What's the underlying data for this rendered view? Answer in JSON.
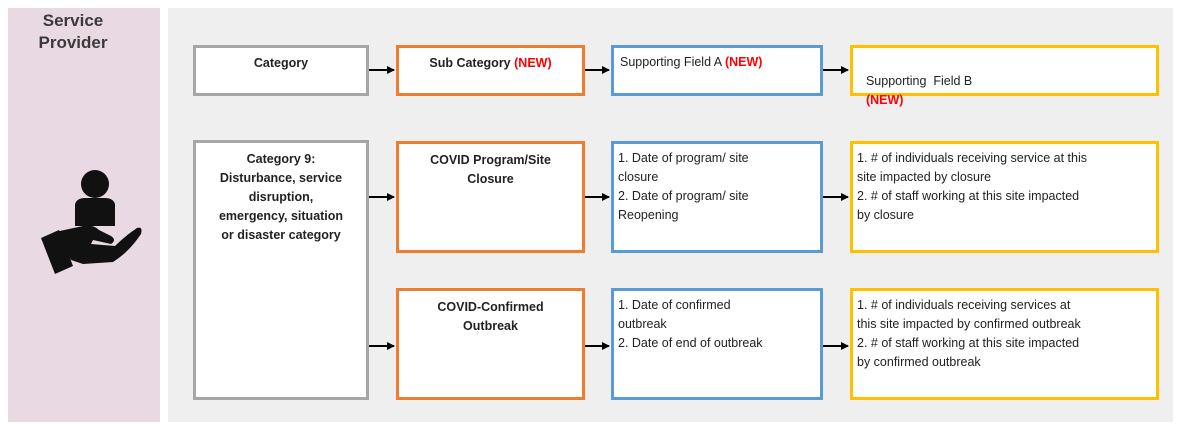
{
  "sidebar": {
    "title_line1": "Service",
    "title_line2": "Provider",
    "icon": "person-in-hand-icon"
  },
  "header_row": {
    "category": "Category",
    "sub_category": "Sub Category",
    "sub_category_tag": "(NEW)",
    "field_a": "Supporting Field A",
    "field_a_tag": "(NEW)",
    "field_b": "Supporting  Field B",
    "field_b_tag": "(NEW)"
  },
  "category9": {
    "line1": "Category 9:",
    "line2": "Disturbance, service",
    "line3": "disruption,",
    "line4": "emergency, situation",
    "line5": "or disaster category"
  },
  "rows": [
    {
      "sub_line1": "COVID Program/Site",
      "sub_line2": "Closure",
      "field_a": [
        "1. Date of program/ site",
        "closure",
        "2. Date of program/ site",
        "Reopening"
      ],
      "field_b": [
        "1. # of individuals receiving service at this",
        "site impacted by closure",
        "2. # of staff working at this site impacted",
        "by closure"
      ]
    },
    {
      "sub_line1": "COVID-Confirmed",
      "sub_line2": "Outbreak",
      "field_a": [
        "1. Date of confirmed",
        "outbreak",
        "2. Date of end of outbreak"
      ],
      "field_b": [
        "1. # of individuals receiving services at",
        "this site impacted by confirmed outbreak",
        "2. # of staff working at this site impacted",
        "by confirmed outbreak"
      ]
    }
  ],
  "colors": {
    "sidebar": "#e8d9e3",
    "panel": "#efefef",
    "gray_border": "#a6a6a6",
    "orange_border": "#ed7d31",
    "blue_border": "#5b9bd5",
    "yellow_border": "#ffc000",
    "new_tag": "#ff0000"
  }
}
